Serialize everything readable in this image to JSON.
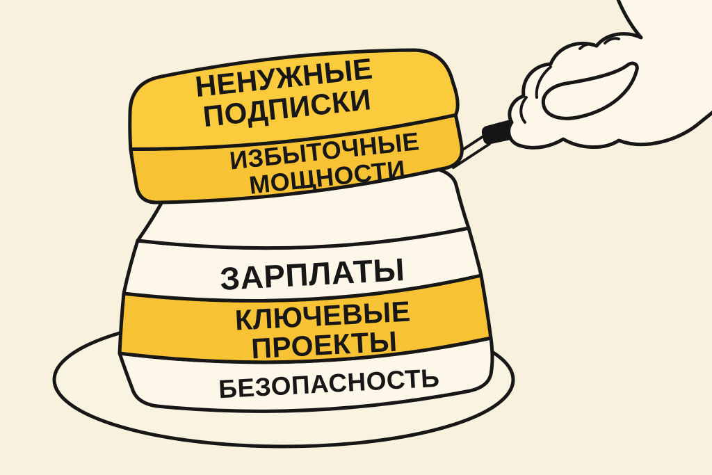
{
  "illustration": {
    "background": "#f7f1de",
    "outline": "#171717",
    "yellow": "#f7c233",
    "yellow_light": "#fbcb3e",
    "cream": "#fcf7e8",
    "plate_color": "#f9f3e1",
    "lifted_layer": {
      "top_line1": "НЕНУЖНЫЕ",
      "top_line2": "ПОДПИСКИ",
      "side_line1": "ИЗБЫТОЧНЫЕ",
      "side_line2": "МОЩНОСТИ"
    },
    "stack": {
      "salaries": "ЗАРПЛАТЫ",
      "projects_line1": "КЛЮЧЕВЫЕ",
      "projects_line2": "ПРОЕКТЫ",
      "security": "БЕЗОПАСНОСТЬ"
    }
  }
}
